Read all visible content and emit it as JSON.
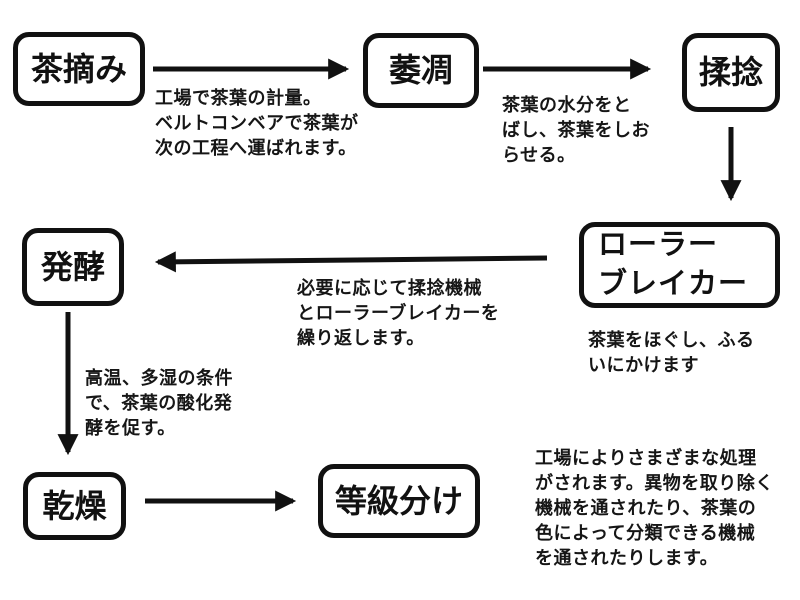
{
  "canvas": {
    "background_color": "#ffffff",
    "line_color": "#111111"
  },
  "flowchart": {
    "nodes": [
      {
        "id": "tea-picking",
        "label": "茶摘み"
      },
      {
        "id": "withering",
        "label": "萎凋"
      },
      {
        "id": "rolling",
        "label": "揉捻"
      },
      {
        "id": "roller-breaker",
        "label": "ローラー\nブレイカー"
      },
      {
        "id": "fermentation",
        "label": "発酵"
      },
      {
        "id": "drying",
        "label": "乾燥"
      },
      {
        "id": "grading",
        "label": "等級分け"
      }
    ],
    "edges": [
      {
        "from": "茶摘み",
        "to": "萎凋",
        "direction": "right"
      },
      {
        "from": "萎凋",
        "to": "揉捻",
        "direction": "right"
      },
      {
        "from": "揉捻",
        "to": "ローラーブレイカー",
        "direction": "down"
      },
      {
        "from": "ローラーブレイカー",
        "to": "発酵",
        "direction": "left"
      },
      {
        "from": "発酵",
        "to": "乾燥",
        "direction": "down"
      },
      {
        "from": "乾燥",
        "to": "等級分け",
        "direction": "right"
      }
    ],
    "annotations": [
      {
        "id": "note-weighing",
        "text": "工場で茶葉の計量。\nベルトコンベアで茶葉が\n次の工程へ運ばれます。"
      },
      {
        "id": "note-withering",
        "text": "茶葉の水分をと\nばし、茶葉をしお\nらせる。"
      },
      {
        "id": "note-repeat",
        "text": "必要に応じて揉捻機械\nとローラーブレイカーを\n繰り返します。"
      },
      {
        "id": "note-roller-breaker",
        "text": "茶葉をほぐし、ふる\nいにかけます"
      },
      {
        "id": "note-fermentation",
        "text": "高温、多湿の条件\nで、茶葉の酸化発\n酵を促す。"
      },
      {
        "id": "note-factory-processing",
        "text": "工場によりさまざまな処理\nがされます。異物を取り除く\n機械を通されたり、茶葉の\n色によって分類できる機械\nを通されたりします。"
      }
    ]
  }
}
